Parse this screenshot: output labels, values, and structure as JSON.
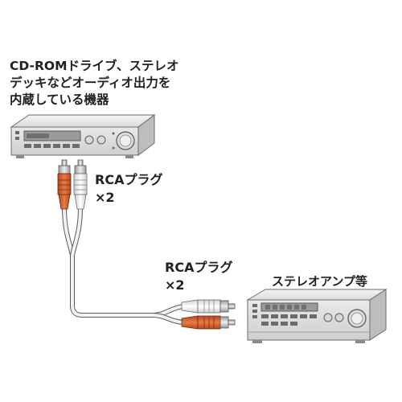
{
  "source_device": {
    "label_lines": [
      "CD-ROMドライブ、ステレオ",
      "デッキなどオーディオ出力を",
      "内蔵している機器"
    ]
  },
  "source_plug": {
    "label": "RCAプラグ",
    "count": "×2"
  },
  "dest_plug": {
    "label": "RCAプラグ",
    "count": "×2"
  },
  "dest_device": {
    "label": "ステレオアンプ等"
  },
  "colors": {
    "red_plug": "#d2602d",
    "white_plug": "#f2f2f2",
    "device_body": "#e6e6e6",
    "outline": "#5a5a5a",
    "text": "#231f20"
  }
}
